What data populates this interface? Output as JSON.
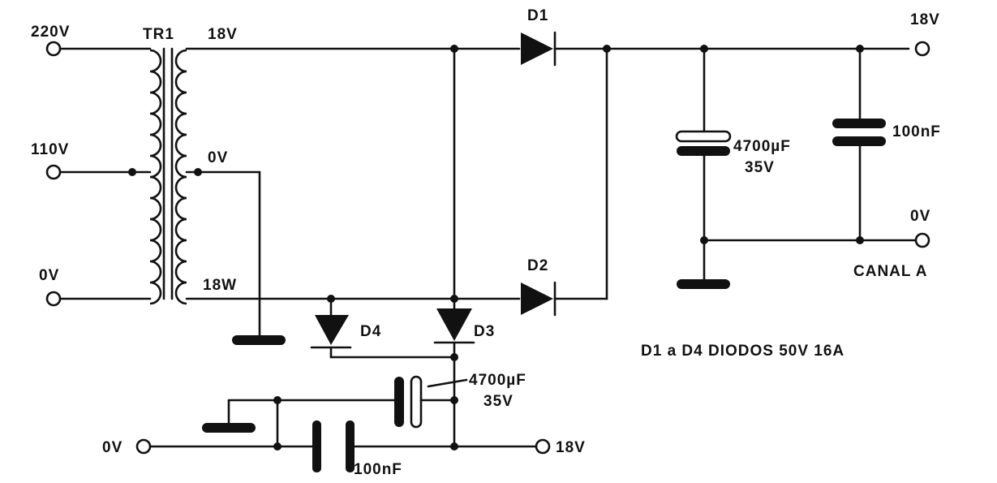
{
  "transformer": {
    "name": "TR1",
    "primary_labels": [
      "220V",
      "110V",
      "0V"
    ],
    "secondary_labels": [
      "18V",
      "0V",
      "18W"
    ]
  },
  "diodes": {
    "d1": "D1",
    "d2": "D2",
    "d3": "D3",
    "d4": "D4",
    "note": "D1 a D4  DIODOS 50V 16A"
  },
  "positive_rail": {
    "cap_electrolytic": [
      "4700µF",
      "35V"
    ],
    "cap_ceramic": "100nF",
    "out_high": "18V",
    "out_ground": "0V",
    "channel": "CANAL A"
  },
  "negative_rail": {
    "cap_electrolytic": [
      "4700µF",
      "35V"
    ],
    "cap_ceramic": "100nF",
    "out_ground": "0V",
    "out_high": "18V"
  },
  "colors": {
    "ink": "#111111",
    "paper": "#ffffff"
  }
}
